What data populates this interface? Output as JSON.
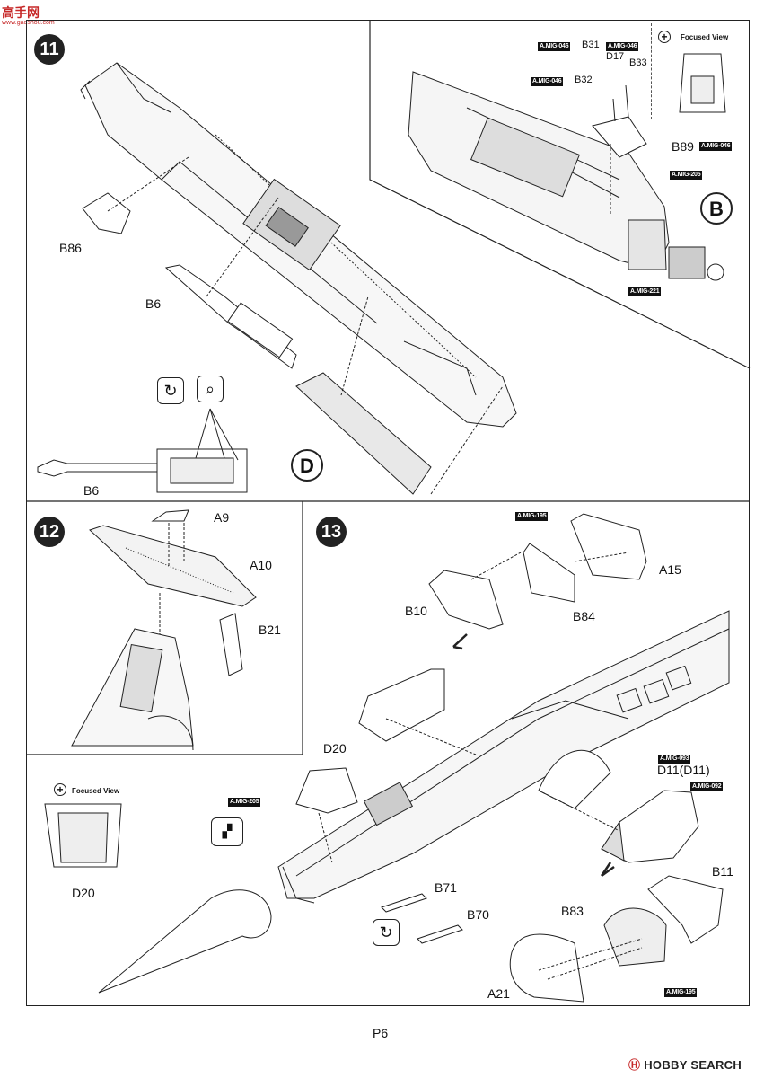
{
  "watermark_top": {
    "brand": "高手网",
    "url": "www.gaoshou.com"
  },
  "watermark_bottom": {
    "mark": "Ⓗ",
    "brand": "HOBBY SEARCH"
  },
  "page_number": "P6",
  "focused_view_title": "Focused View",
  "steps": {
    "s11": {
      "number": "11",
      "callouts": {
        "b": "B",
        "d": "D"
      },
      "parts": {
        "b86": "B86",
        "b6_top": "B6",
        "b6_bottom": "B6",
        "b31": "B31",
        "d17": "D17",
        "b33": "B33",
        "b32": "B32",
        "b89": "B89"
      },
      "tags": {
        "t1": "A.MIG-046",
        "t2": "A.MIG-046",
        "t3": "A.MIG-046",
        "t4": "A.MIG-046",
        "t5": "A.MIG-205",
        "t6": "A.MIG-221"
      }
    },
    "s12": {
      "number": "12",
      "parts": {
        "a9": "A9",
        "a10": "A10",
        "b21": "B21"
      }
    },
    "s13": {
      "number": "13",
      "parts": {
        "a15": "A15",
        "b10": "B10",
        "b84": "B84",
        "d20": "D20",
        "d20_focus": "D20",
        "d11": "D11(D11)",
        "b71": "B71",
        "b70": "B70",
        "b11": "B11",
        "b83": "B83",
        "a21": "A21"
      },
      "tags": {
        "t195a": "A.MIG-195",
        "t093": "A.MIG-093",
        "t092": "A.MIG-092",
        "t205": "A.MIG-205",
        "t195b": "A.MIG-195"
      }
    }
  }
}
